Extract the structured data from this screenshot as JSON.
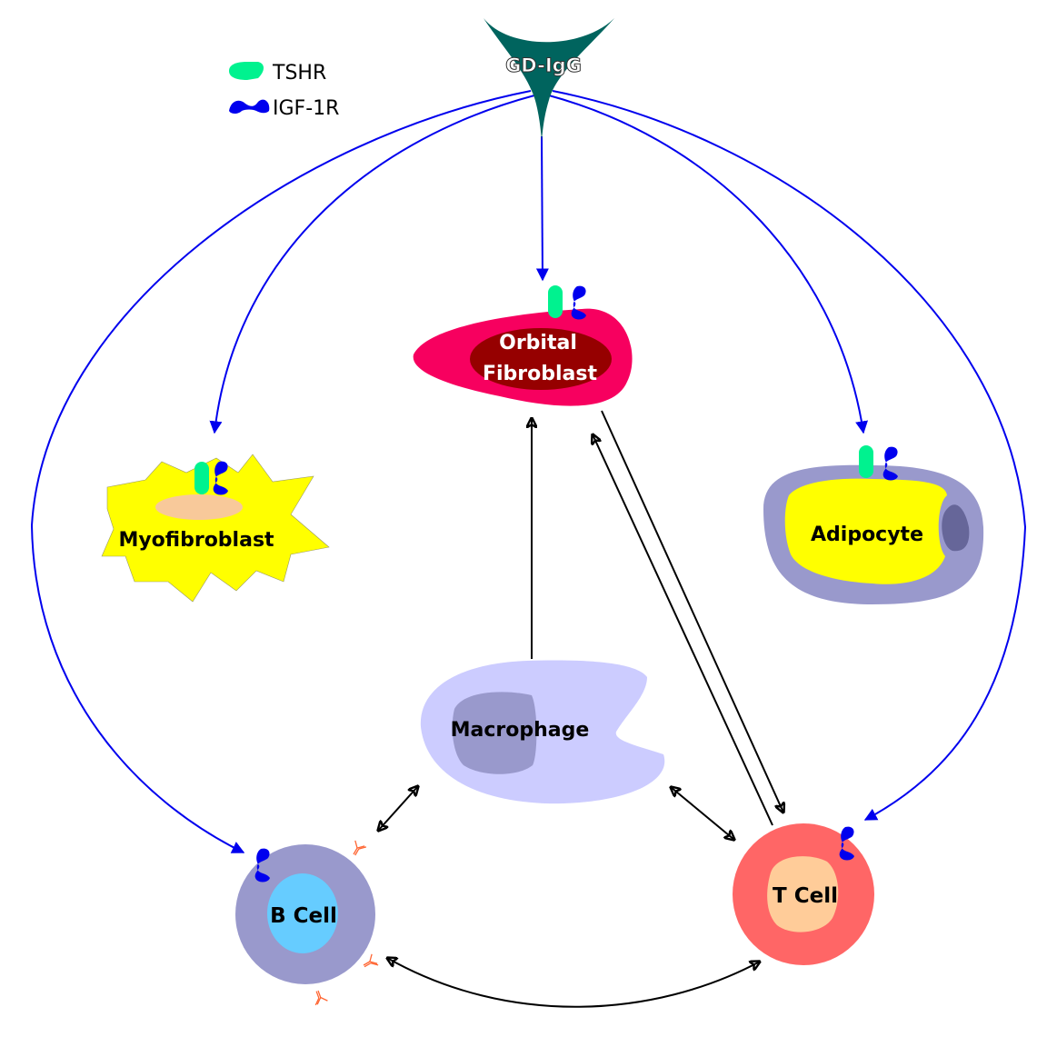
{
  "legend": {
    "items": [
      {
        "label": "TSHR",
        "icon": "tshr-receptor-icon",
        "color": "#00f28f"
      },
      {
        "label": "IGF-1R",
        "icon": "igf1r-receptor-icon",
        "color": "#0000ee"
      }
    ]
  },
  "source": {
    "label": "GD-IgG",
    "color": "#00645e"
  },
  "cells": {
    "orbital_fibroblast": {
      "line1": "Orbital",
      "line2": "Fibroblast",
      "body_color": "#f7005f",
      "nucleus_color": "#960000",
      "text_color": "#ffffff",
      "receptors": [
        "TSHR",
        "IGF-1R"
      ]
    },
    "myofibroblast": {
      "label": "Myofibroblast",
      "body_color": "#ffff00",
      "nucleus_color": "#f8c99a",
      "receptors": [
        "TSHR",
        "IGF-1R"
      ]
    },
    "adipocyte": {
      "label": "Adipocyte",
      "body_color": "#9999cc",
      "lipid_color": "#ffff00",
      "nucleus_color": "#666699",
      "receptors": [
        "TSHR",
        "IGF-1R"
      ]
    },
    "macrophage": {
      "label": "Macrophage",
      "body_color": "#ccccff",
      "nucleus_color": "#9999cc"
    },
    "b_cell": {
      "label": "B Cell",
      "body_color": "#9999cc",
      "nucleus_color": "#66ccff",
      "receptors": [
        "IGF-1R"
      ],
      "antibody_color": "#ff6633"
    },
    "t_cell": {
      "label": "T Cell",
      "body_color": "#ff6666",
      "nucleus_color": "#ffcc99",
      "receptors": [
        "IGF-1R"
      ]
    }
  },
  "arrows": {
    "blue_color": "#0000ee",
    "black_color": "#000000",
    "from_gd_igg": [
      "Orbital Fibroblast",
      "Myofibroblast",
      "Adipocyte",
      "B Cell",
      "T Cell"
    ],
    "interactions": [
      {
        "from": "Macrophage",
        "to": "Orbital Fibroblast",
        "type": "one-way"
      },
      {
        "from": "T Cell",
        "to": "Orbital Fibroblast",
        "type": "one-way"
      },
      {
        "from": "Orbital Fibroblast",
        "to": "T Cell",
        "type": "one-way"
      },
      {
        "from": "Macrophage",
        "to": "B Cell",
        "type": "two-way"
      },
      {
        "from": "Macrophage",
        "to": "T Cell",
        "type": "two-way"
      },
      {
        "from": "B Cell",
        "to": "T Cell",
        "type": "two-way"
      }
    ]
  }
}
